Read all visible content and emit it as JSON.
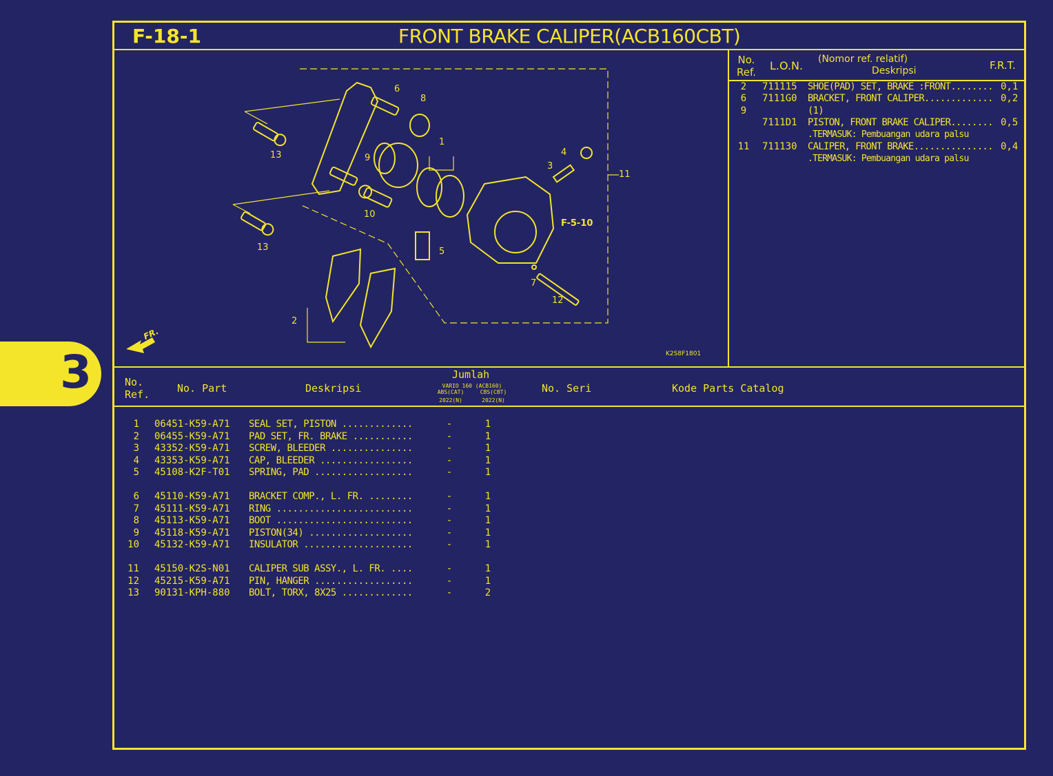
{
  "header": {
    "code": "F-18-1",
    "title": "FRONT BRAKE CALIPER(ACB160CBT)"
  },
  "section_tab": "3",
  "diagram": {
    "callouts": [
      {
        "id": "c6",
        "text": "6"
      },
      {
        "id": "c8",
        "text": "8"
      },
      {
        "id": "c13a",
        "text": "13"
      },
      {
        "id": "c9",
        "text": "9"
      },
      {
        "id": "c1",
        "text": "1"
      },
      {
        "id": "c4",
        "text": "4"
      },
      {
        "id": "c3",
        "text": "3"
      },
      {
        "id": "c11",
        "text": "11"
      },
      {
        "id": "cref",
        "text": "F-5-10"
      },
      {
        "id": "c10",
        "text": "10"
      },
      {
        "id": "c13b",
        "text": "13"
      },
      {
        "id": "c5",
        "text": "5"
      },
      {
        "id": "c7",
        "text": "7"
      },
      {
        "id": "c12",
        "text": "12"
      },
      {
        "id": "c2",
        "text": "2"
      }
    ],
    "direction_label": "FR.",
    "drawing_code": "K2S8F1801"
  },
  "frt": {
    "headers": {
      "ref": "No. Ref.",
      "lon": "L.O.N.",
      "desc_top": "(Nomor ref. relatif)",
      "desc": "Deskripsi",
      "frt": "F.R.T."
    },
    "rows": [
      {
        "ref": "2",
        "lon": "711115",
        "desc": "SHOE(PAD) SET, BRAKE :FRONT........",
        "frt": "0,1"
      },
      {
        "ref": "6",
        "lon": "7111G0",
        "desc": "BRACKET, FRONT CALIPER.............",
        "frt": "0,2"
      },
      {
        "ref": "9",
        "lon": "",
        "desc": "(1)",
        "frt": ""
      },
      {
        "ref": "",
        "lon": "7111D1",
        "desc": "PISTON, FRONT BRAKE CALIPER........",
        "frt": "0,5"
      },
      {
        "ref": "",
        "lon": "",
        "desc": ".TERMASUK: Pembuangan udara palsu",
        "frt": ""
      },
      {
        "ref": "11",
        "lon": "711130",
        "desc": "CALIPER, FRONT BRAKE...............",
        "frt": "0,4"
      },
      {
        "ref": "",
        "lon": "",
        "desc": ".TERMASUK: Pembuangan udara palsu",
        "frt": ""
      }
    ]
  },
  "parts": {
    "headers": {
      "ref": "No. Ref.",
      "part": "No. Part",
      "desc": "Deskripsi",
      "qty": "Jumlah",
      "model": "VARIO 160 (ACB160)",
      "abs": "ABS(CAT)",
      "cbs": "CBS(CBT)",
      "abs_year": "2022(N)",
      "cbs_year": "2022(N)",
      "serial": "No. Seri",
      "catalog": "Kode Parts Catalog"
    },
    "rows": [
      {
        "ref": "1",
        "part": "06451-K59-A71",
        "desc": "SEAL SET, PISTON .............",
        "abs": "-",
        "cbs": "1"
      },
      {
        "ref": "2",
        "part": "06455-K59-A71",
        "desc": "PAD SET, FR. BRAKE ...........",
        "abs": "-",
        "cbs": "1"
      },
      {
        "ref": "3",
        "part": "43352-K59-A71",
        "desc": "SCREW, BLEEDER ...............",
        "abs": "-",
        "cbs": "1"
      },
      {
        "ref": "4",
        "part": "43353-K59-A71",
        "desc": "CAP, BLEEDER .................",
        "abs": "-",
        "cbs": "1"
      },
      {
        "ref": "5",
        "part": "45108-K2F-T01",
        "desc": "SPRING, PAD ..................",
        "abs": "-",
        "cbs": "1"
      },
      {
        "ref": "6",
        "part": "45110-K59-A71",
        "desc": "BRACKET COMP., L. FR. ........",
        "abs": "-",
        "cbs": "1"
      },
      {
        "ref": "7",
        "part": "45111-K59-A71",
        "desc": "RING .........................",
        "abs": "-",
        "cbs": "1"
      },
      {
        "ref": "8",
        "part": "45113-K59-A71",
        "desc": "BOOT .........................",
        "abs": "-",
        "cbs": "1"
      },
      {
        "ref": "9",
        "part": "45118-K59-A71",
        "desc": "PISTON(34) ...................",
        "abs": "-",
        "cbs": "1"
      },
      {
        "ref": "10",
        "part": "45132-K59-A71",
        "desc": "INSULATOR ....................",
        "abs": "-",
        "cbs": "1"
      },
      {
        "ref": "11",
        "part": "45150-K2S-N01",
        "desc": "CALIPER SUB ASSY., L. FR. ....",
        "abs": "-",
        "cbs": "1"
      },
      {
        "ref": "12",
        "part": "45215-K59-A71",
        "desc": "PIN, HANGER ..................",
        "abs": "-",
        "cbs": "1"
      },
      {
        "ref": "13",
        "part": "90131-KPH-880",
        "desc": "BOLT, TORX, 8X25 .............",
        "abs": "-",
        "cbs": "2"
      }
    ]
  },
  "colors": {
    "background": "#232463",
    "accent": "#f4e52b"
  }
}
